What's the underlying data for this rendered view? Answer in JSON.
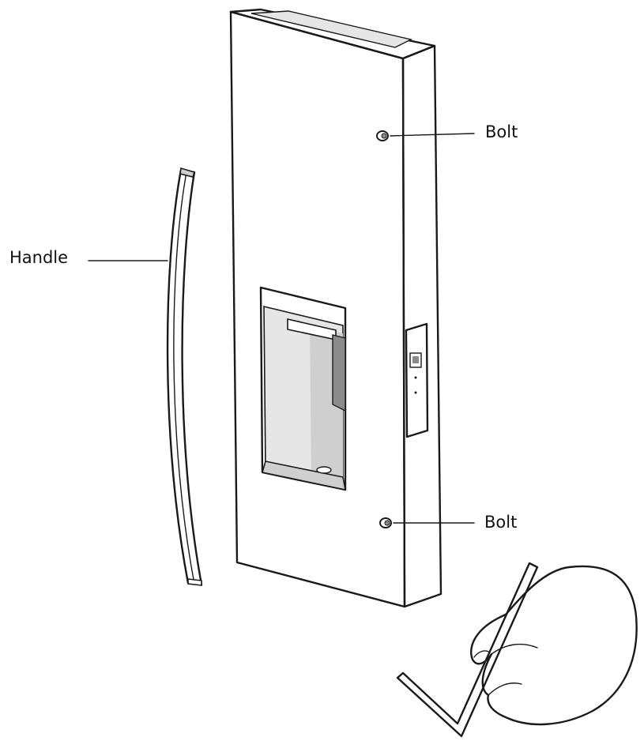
{
  "labels": {
    "bolt_top": "Bolt",
    "handle": "Handle",
    "bolt_bottom": "Bolt"
  },
  "colors": {
    "line": "#1a1a1a",
    "shade_light": "#e6e6e6",
    "shade_mid": "#cfcfcf",
    "shade_dark": "#8c8c8c",
    "background": "#ffffff"
  }
}
